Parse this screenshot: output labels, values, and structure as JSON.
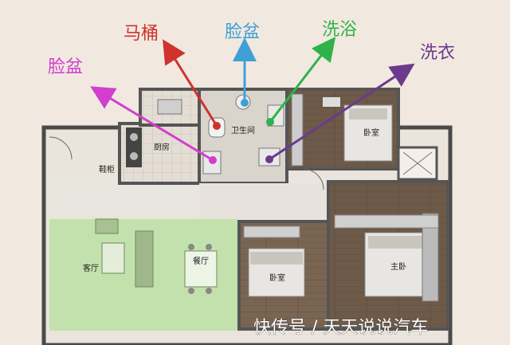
{
  "annotations": [
    {
      "id": "toilet",
      "label": "马桶",
      "color": "#d0322d"
    },
    {
      "id": "basin-bath",
      "label": "脸盆",
      "color": "#3fa0d6"
    },
    {
      "id": "shower",
      "label": "洗浴",
      "color": "#2fb24a"
    },
    {
      "id": "laundry",
      "label": "洗衣",
      "color": "#6b3a8c"
    },
    {
      "id": "basin-kitchen",
      "label": "脸盆",
      "color": "#d23fcf"
    }
  ],
  "rooms": {
    "bathroom": "卫生间",
    "kitchen": "厨房",
    "shoe_cabinet": "鞋柜",
    "bedroom_top": "卧室",
    "living_room": "客厅",
    "dining_room": "餐厅",
    "bedroom_mid": "卧室",
    "master_bedroom": "主卧"
  },
  "watermark": "快传号 / 天天说说汽车"
}
